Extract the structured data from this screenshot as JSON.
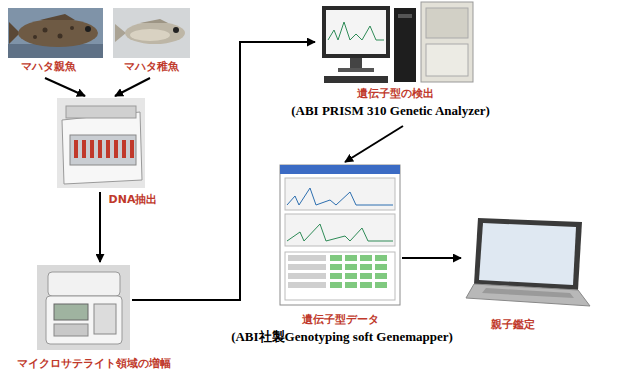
{
  "diagram": {
    "nodes": [
      {
        "text": [
          "マハタ親魚"
        ]
      },
      {
        "text": [
          "マハタ稚魚"
        ]
      },
      {
        "text": [
          "DNA抽出"
        ]
      },
      {
        "text": [
          "マイクロサテライト領域の増幅"
        ]
      },
      {
        "text": [
          "遺伝子型の検出",
          "(ABI PRISM 310 Genetic Analyzer)"
        ]
      },
      {
        "text": [
          "遺伝子型データ",
          "(ABI社製Genotyping soft Genemapper)"
        ]
      },
      {
        "text": [
          "親子鑑定"
        ]
      }
    ],
    "edges": [
      {
        "from": 0,
        "to": 2,
        "arrow": "to"
      },
      {
        "from": 1,
        "to": 2,
        "arrow": "to"
      },
      {
        "from": 2,
        "to": 3,
        "arrow": "to"
      },
      {
        "from": 3,
        "to": 4,
        "arrow": "to"
      },
      {
        "from": 4,
        "to": 5,
        "arrow": "to"
      },
      {
        "from": 5,
        "to": 6,
        "arrow": "to"
      }
    ]
  }
}
